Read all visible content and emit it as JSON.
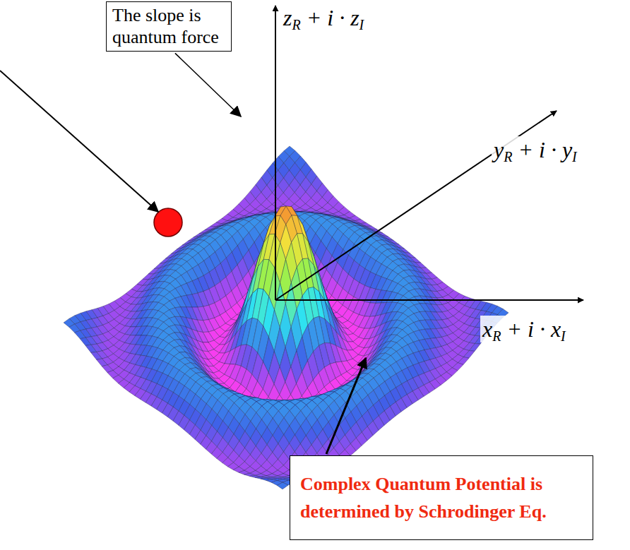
{
  "diagram": {
    "nodes": [
      {
        "text": [
          "The slope is quantum force"
        ]
      },
      {
        "text": [
          "Complex Quantum Potential is determined by Schrodinger Eq."
        ]
      }
    ],
    "labels": [
      "zR + i · zI",
      "yR + i · yI",
      "xR + i · xI"
    ]
  }
}
